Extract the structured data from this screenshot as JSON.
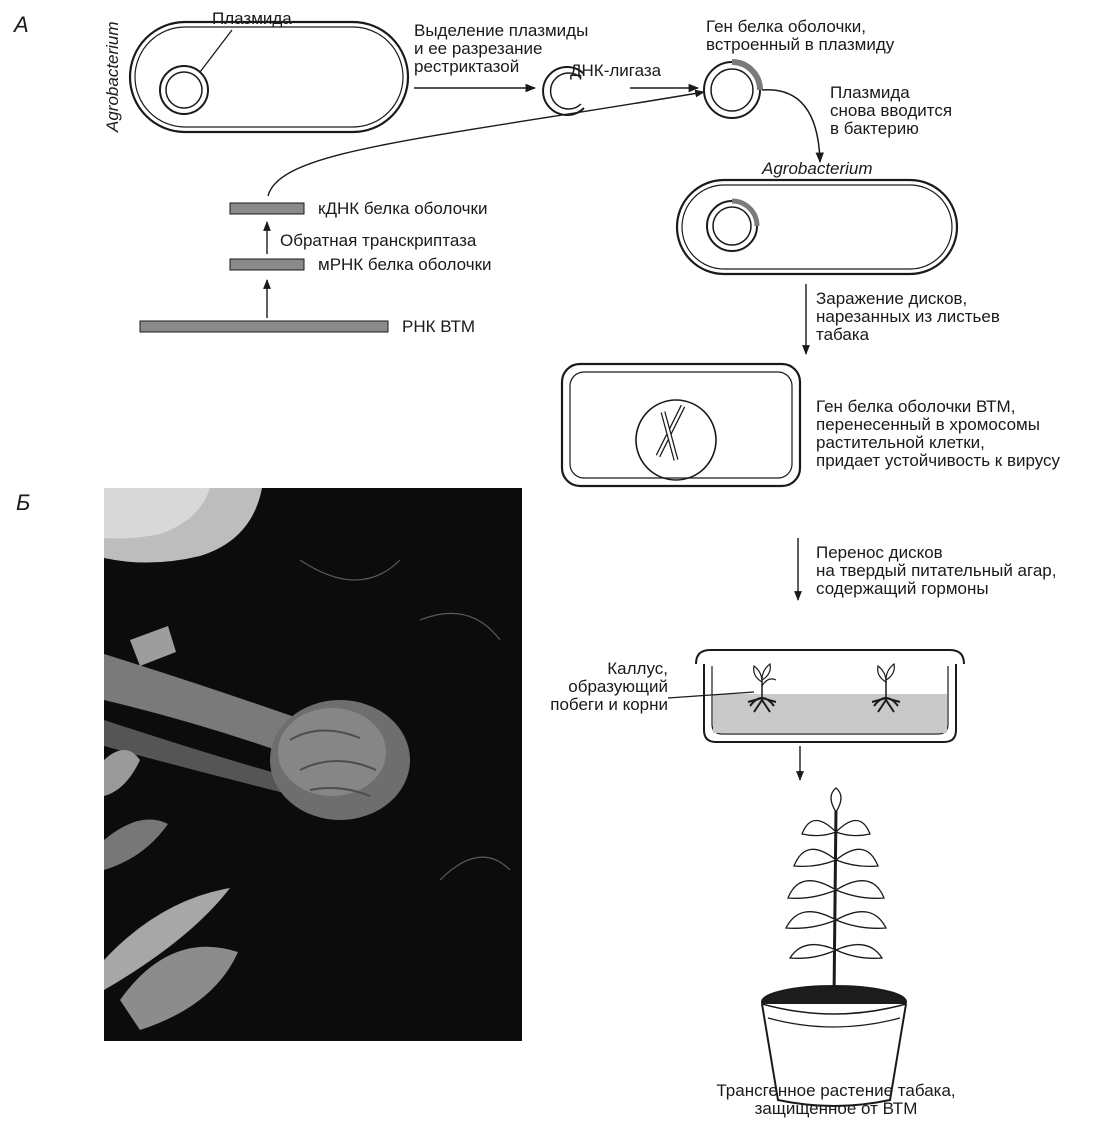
{
  "panels": {
    "a": "А",
    "b": "Б"
  },
  "labels": {
    "plasmid": "Плазмида",
    "agrobacterium_vertical": "Agrobacterium",
    "isolation": [
      "Выделение плазмиды",
      "и ее разрезание",
      "рестриктазой"
    ],
    "ligase": "ДНК-лигаза",
    "coat_gene": [
      "Ген белка оболочки,",
      "встроенный в плазмиду"
    ],
    "reintroduced": [
      "Плазмида",
      "снова вводится",
      "в бактерию"
    ],
    "agrobacterium": "Agrobacterium",
    "cdna": "кДНК белка оболочки",
    "reverse_transcriptase": "Обратная транскриптаза",
    "mrna": "мРНК белка оболочки",
    "rna_tmv": "РНК ВТМ",
    "infection": [
      "Заражение дисков,",
      "нарезанных из листьев",
      "табака"
    ],
    "resistance": [
      "Ген белка оболочки ВТМ,",
      "перенесенный в хромосомы",
      "растительной клетки,",
      "придает устойчивость к вирусу"
    ],
    "transfer": [
      "Перенос дисков",
      "на твердый питательный агар,",
      "содержащий гормоны"
    ],
    "callus": [
      "Каллус,",
      "образующий",
      "побеги и корни"
    ],
    "transgenic": [
      "Трансгенное растение табака,",
      "защищенное от ВТМ"
    ]
  },
  "colors": {
    "line": "#1a1a1a",
    "bar": "#8a8a8a",
    "agar": "#c9c9c9",
    "photo_bg": "#0c0c0c"
  }
}
